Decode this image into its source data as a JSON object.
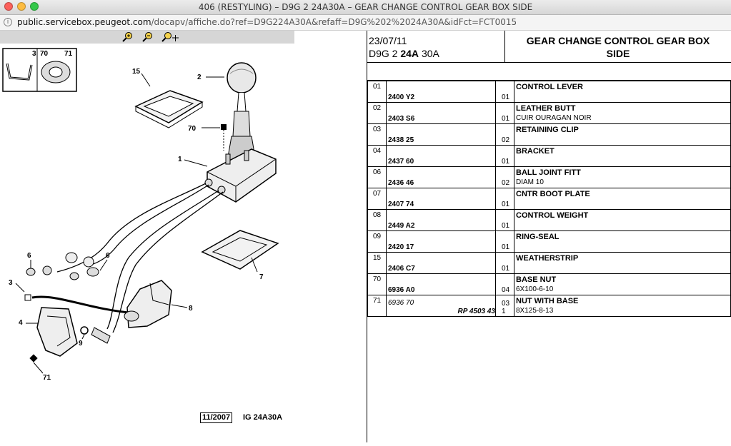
{
  "window": {
    "title": "406 (RESTYLING) – D9G 2 24A30A – GEAR CHANGE CONTROL GEAR BOX SIDE",
    "controls": {
      "close_color": "#fc605b",
      "minimize_color": "#fdbc40",
      "zoom_color": "#34c84a"
    }
  },
  "address": {
    "host": "public.servicebox.peugeot.com",
    "path": "/docapv/affiche.do?ref=D9G224A30A&refaff=D9G%202%2024A30A&idFct=FCT0015"
  },
  "toolbar": {
    "icons": [
      "zoom-in-icon",
      "zoom-out-icon",
      "zoom-move-icon"
    ]
  },
  "diagram": {
    "callouts": {
      "c3": "3",
      "c70": "70",
      "c71": "71",
      "c15": "15",
      "c2": "2",
      "c70b": "70",
      "c1": "1",
      "c6a": "6",
      "c6b": "6",
      "c3b": "3",
      "c7": "7",
      "c4": "4",
      "c8": "8",
      "c9": "9",
      "c71b": "71"
    },
    "footer_date": "11/2007",
    "footer_ref": "IG 24A30A"
  },
  "header": {
    "date": "23/07/11",
    "code_prefix": "D9G 2",
    "code_bold": "24A",
    "code_suffix": "30A",
    "title_line1": "GEAR CHANGE CONTROL GEAR BOX",
    "title_line2": "SIDE"
  },
  "parts": [
    {
      "line": "01",
      "ref": "2400 Y2",
      "qty": "01",
      "desc": "CONTROL LEVER",
      "desc2": ""
    },
    {
      "line": "02",
      "ref": "2403 S6",
      "qty": "01",
      "desc": "LEATHER BUTT",
      "desc2": "CUIR OURAGAN NOIR"
    },
    {
      "line": "03",
      "ref": "2438 25",
      "qty": "02",
      "desc": "RETAINING CLIP",
      "desc2": ""
    },
    {
      "line": "04",
      "ref": "2437 60",
      "qty": "01",
      "desc": "BRACKET",
      "desc2": ""
    },
    {
      "line": "06",
      "ref": "2436 46",
      "qty": "02",
      "desc": "BALL JOINT FITT",
      "desc2": "DIAM 10"
    },
    {
      "line": "07",
      "ref": "2407 74",
      "qty": "01",
      "desc": "CNTR BOOT PLATE",
      "desc2": ""
    },
    {
      "line": "08",
      "ref": "2449 A2",
      "qty": "01",
      "desc": "CONTROL WEIGHT",
      "desc2": ""
    },
    {
      "line": "09",
      "ref": "2420 17",
      "qty": "01",
      "desc": "RING-SEAL",
      "desc2": ""
    },
    {
      "line": "15",
      "ref": "2406 C7",
      "qty": "01",
      "desc": "WEATHERSTRIP",
      "desc2": ""
    },
    {
      "line": "70",
      "ref": "6936 A0",
      "qty": "04",
      "desc": "BASE NUT",
      "desc2": "6X100-6-10"
    },
    {
      "line": "71",
      "ref": "6936 70",
      "rp": "RP 4503 43",
      "qty": "03",
      "qty2": "1",
      "desc": "NUT WITH BASE",
      "desc2": "8X125-8-13"
    }
  ]
}
